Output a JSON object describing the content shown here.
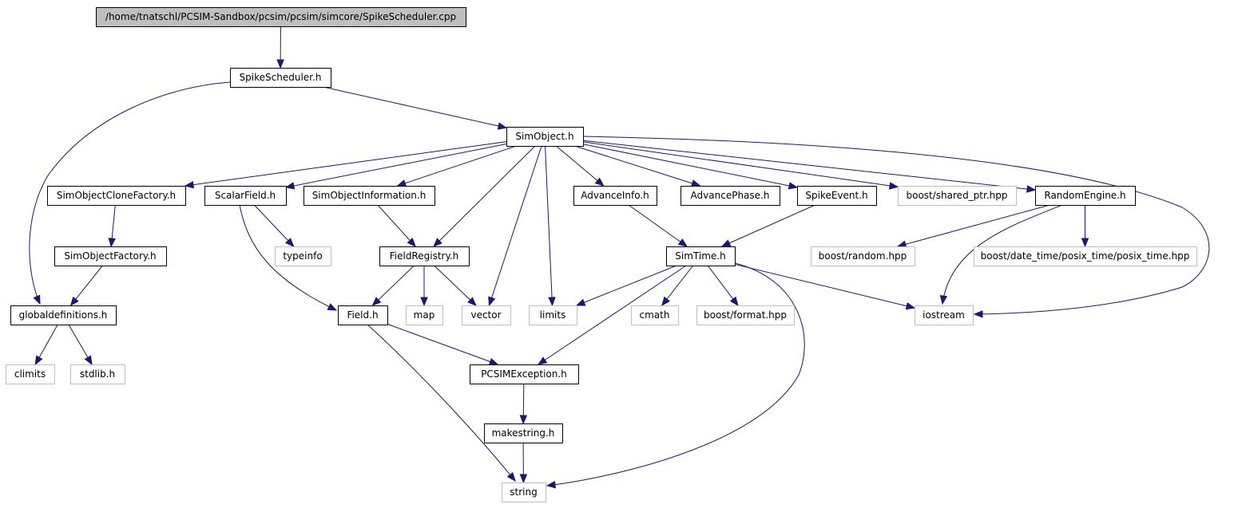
{
  "nodes": [
    {
      "id": "root",
      "label": "/home/tnatschl/PCSIM-Sandbox/pcsim/pcsim/simcore/SpikeScheduler.cpp",
      "style": "root"
    },
    {
      "id": "spikescheduler",
      "label": "SpikeScheduler.h",
      "style": "internal"
    },
    {
      "id": "simobject",
      "label": "SimObject.h",
      "style": "internal"
    },
    {
      "id": "globaldefinitions",
      "label": "globaldefinitions.h",
      "style": "internal"
    },
    {
      "id": "simobjectclonefactory",
      "label": "SimObjectCloneFactory.h",
      "style": "internal"
    },
    {
      "id": "scalarfield",
      "label": "ScalarField.h",
      "style": "internal"
    },
    {
      "id": "simobjectinformation",
      "label": "SimObjectInformation.h",
      "style": "internal"
    },
    {
      "id": "advanceinfo",
      "label": "AdvanceInfo.h",
      "style": "internal"
    },
    {
      "id": "advancephase",
      "label": "AdvancePhase.h",
      "style": "internal"
    },
    {
      "id": "spikeevent",
      "label": "SpikeEvent.h",
      "style": "internal"
    },
    {
      "id": "sharedptr",
      "label": "boost/shared_ptr.hpp",
      "style": "external"
    },
    {
      "id": "randomengine",
      "label": "RandomEngine.h",
      "style": "internal"
    },
    {
      "id": "simobjectfactory",
      "label": "SimObjectFactory.h",
      "style": "internal"
    },
    {
      "id": "typeinfo",
      "label": "typeinfo",
      "style": "external"
    },
    {
      "id": "fieldregistry",
      "label": "FieldRegistry.h",
      "style": "internal"
    },
    {
      "id": "simtime",
      "label": "SimTime.h",
      "style": "internal"
    },
    {
      "id": "boostrandom",
      "label": "boost/random.hpp",
      "style": "external"
    },
    {
      "id": "posixtime",
      "label": "boost/date_time/posix_time/posix_time.hpp",
      "style": "external"
    },
    {
      "id": "field",
      "label": "Field.h",
      "style": "internal"
    },
    {
      "id": "map",
      "label": "map",
      "style": "external"
    },
    {
      "id": "vector",
      "label": "vector",
      "style": "external"
    },
    {
      "id": "limits",
      "label": "limits",
      "style": "external"
    },
    {
      "id": "cmath",
      "label": "cmath",
      "style": "external"
    },
    {
      "id": "boostformat",
      "label": "boost/format.hpp",
      "style": "external"
    },
    {
      "id": "iostream",
      "label": "iostream",
      "style": "external"
    },
    {
      "id": "climits",
      "label": "climits",
      "style": "external"
    },
    {
      "id": "stdlib",
      "label": "stdlib.h",
      "style": "external"
    },
    {
      "id": "pcsimexception",
      "label": "PCSIMException.h",
      "style": "internal"
    },
    {
      "id": "makestring",
      "label": "makestring.h",
      "style": "internal"
    },
    {
      "id": "string",
      "label": "string",
      "style": "external"
    }
  ],
  "edges": [
    {
      "from": "root",
      "to": "spikescheduler"
    },
    {
      "from": "spikescheduler",
      "to": "simobject"
    },
    {
      "from": "spikescheduler",
      "to": "globaldefinitions"
    },
    {
      "from": "simobject",
      "to": "simobjectclonefactory"
    },
    {
      "from": "simobject",
      "to": "scalarfield"
    },
    {
      "from": "simobject",
      "to": "simobjectinformation"
    },
    {
      "from": "simobject",
      "to": "fieldregistry"
    },
    {
      "from": "simobject",
      "to": "vector"
    },
    {
      "from": "simobject",
      "to": "limits"
    },
    {
      "from": "simobject",
      "to": "advanceinfo"
    },
    {
      "from": "simobject",
      "to": "advancephase"
    },
    {
      "from": "simobject",
      "to": "spikeevent"
    },
    {
      "from": "simobject",
      "to": "sharedptr"
    },
    {
      "from": "simobject",
      "to": "randomengine"
    },
    {
      "from": "simobject",
      "to": "iostream"
    },
    {
      "from": "simobjectclonefactory",
      "to": "simobjectfactory"
    },
    {
      "from": "simobjectfactory",
      "to": "globaldefinitions"
    },
    {
      "from": "scalarfield",
      "to": "typeinfo"
    },
    {
      "from": "scalarfield",
      "to": "field"
    },
    {
      "from": "simobjectinformation",
      "to": "fieldregistry"
    },
    {
      "from": "fieldregistry",
      "to": "field"
    },
    {
      "from": "fieldregistry",
      "to": "map"
    },
    {
      "from": "fieldregistry",
      "to": "vector"
    },
    {
      "from": "advanceinfo",
      "to": "simtime"
    },
    {
      "from": "spikeevent",
      "to": "simtime"
    },
    {
      "from": "randomengine",
      "to": "boostrandom"
    },
    {
      "from": "randomengine",
      "to": "posixtime"
    },
    {
      "from": "randomengine",
      "to": "iostream"
    },
    {
      "from": "simtime",
      "to": "limits"
    },
    {
      "from": "simtime",
      "to": "cmath"
    },
    {
      "from": "simtime",
      "to": "boostformat"
    },
    {
      "from": "simtime",
      "to": "iostream"
    },
    {
      "from": "simtime",
      "to": "pcsimexception"
    },
    {
      "from": "simtime",
      "to": "string"
    },
    {
      "from": "globaldefinitions",
      "to": "climits"
    },
    {
      "from": "globaldefinitions",
      "to": "stdlib"
    },
    {
      "from": "field",
      "to": "pcsimexception"
    },
    {
      "from": "field",
      "to": "string"
    },
    {
      "from": "pcsimexception",
      "to": "makestring"
    },
    {
      "from": "makestring",
      "to": "string"
    }
  ],
  "colors": {
    "root_fill": "#bfbfbf",
    "internal_border": "#000000",
    "external_border": "#bfbfbf",
    "edge": "#191970",
    "text": "#000000"
  }
}
